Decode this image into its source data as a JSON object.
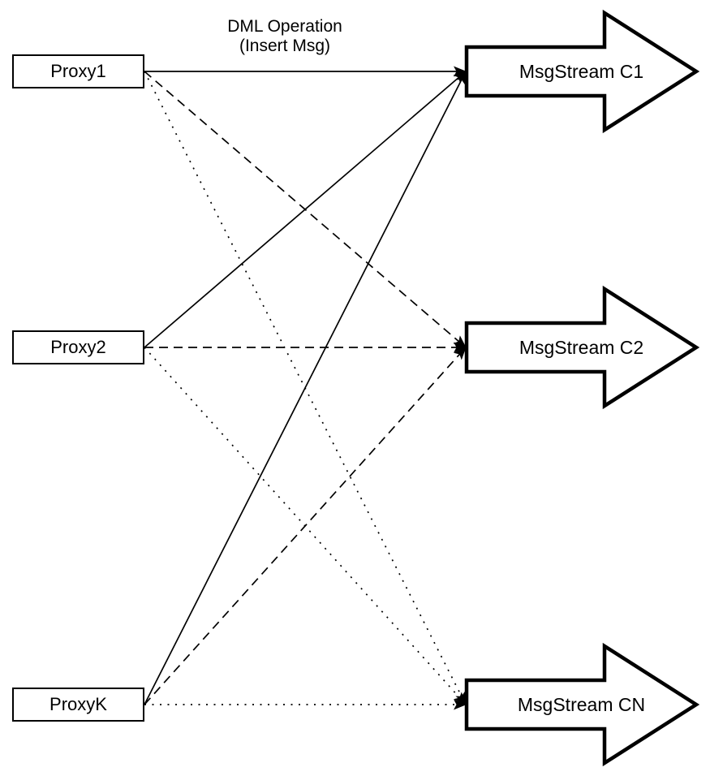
{
  "diagram": {
    "title_lines": [
      "DML Operation",
      "(Insert Msg)"
    ],
    "proxies": [
      {
        "label": "Proxy1"
      },
      {
        "label": "Proxy2"
      },
      {
        "label": "ProxyK"
      }
    ],
    "streams": [
      {
        "label": "MsgStream C1"
      },
      {
        "label": "MsgStream C2"
      },
      {
        "label": "MsgStream CN"
      }
    ],
    "edges": [
      {
        "from": "Proxy1",
        "to": "MsgStream C1",
        "style": "solid"
      },
      {
        "from": "Proxy1",
        "to": "MsgStream C2",
        "style": "dashed"
      },
      {
        "from": "Proxy1",
        "to": "MsgStream CN",
        "style": "dotted"
      },
      {
        "from": "Proxy2",
        "to": "MsgStream C1",
        "style": "solid"
      },
      {
        "from": "Proxy2",
        "to": "MsgStream C2",
        "style": "dashed"
      },
      {
        "from": "Proxy2",
        "to": "MsgStream CN",
        "style": "dotted"
      },
      {
        "from": "ProxyK",
        "to": "MsgStream C1",
        "style": "solid"
      },
      {
        "from": "ProxyK",
        "to": "MsgStream C2",
        "style": "dashed"
      },
      {
        "from": "ProxyK",
        "to": "MsgStream CN",
        "style": "dotted"
      }
    ],
    "colors": {
      "line": "#000000",
      "fill": "#ffffff"
    }
  }
}
